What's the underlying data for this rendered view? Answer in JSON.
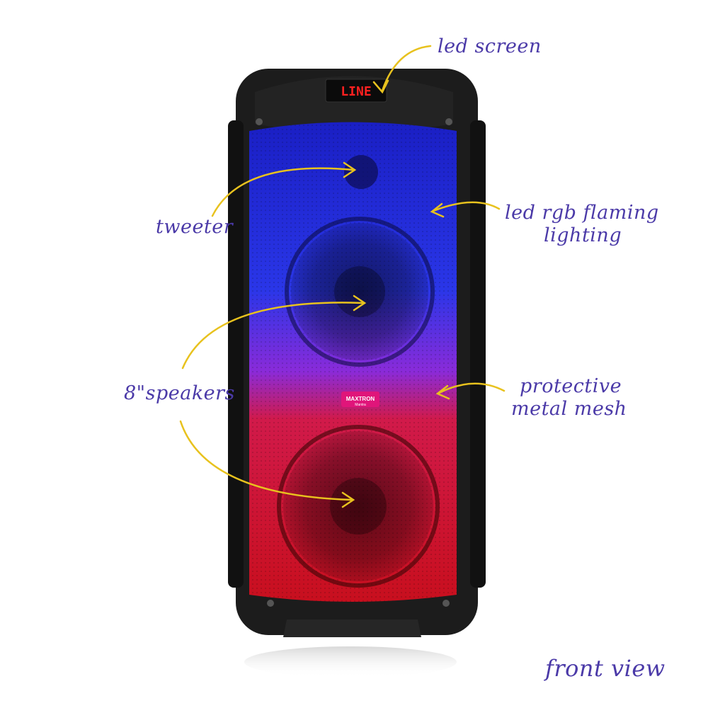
{
  "annotations": {
    "led_screen": "led screen",
    "tweeter": "tweeter",
    "led_rgb_line1": "led rgb flaming",
    "led_rgb_line2": "lighting",
    "speakers": "8\"speakers",
    "mesh_line1": "protective",
    "mesh_line2": "metal mesh",
    "view": "front view"
  },
  "device": {
    "lcd_text": "LINE",
    "brand": "MAXTRON",
    "brand_sub": "Mantra"
  },
  "colors": {
    "annotation_text": "#4b3aa8",
    "arrow": "#e8c21e",
    "body": "#1c1c1c",
    "glow_top": "#1f2bd6",
    "glow_mid": "#8a2bd9",
    "glow_bottom": "#d8102a",
    "lcd": "#ff2020",
    "badge": "#e0157a"
  }
}
